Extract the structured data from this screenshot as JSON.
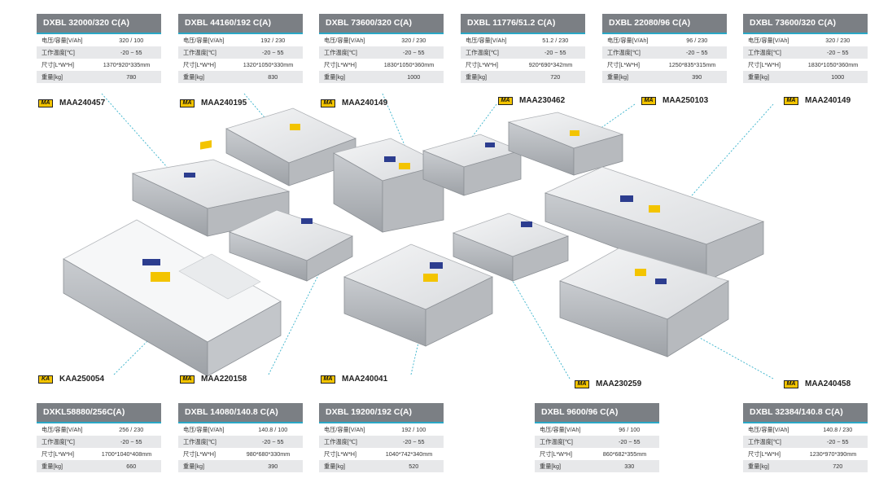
{
  "row_labels": [
    "电压/容量[V/Ah]",
    "工作温度[℃]",
    "尺寸[L*W*H]",
    "重量[kg]"
  ],
  "cards": [
    {
      "model": "DXBL 32000/320 C(A)",
      "voltage": "320 / 100",
      "temp": "-20 ~ 55",
      "size": "1370*920*335mm",
      "weight": "780"
    },
    {
      "model": "DXBL 44160/192 C(A)",
      "voltage": "192 / 230",
      "temp": "-20 ~ 55",
      "size": "1320*1050*330mm",
      "weight": "830"
    },
    {
      "model": "DXBL 73600/320 C(A)",
      "voltage": "320 / 230",
      "temp": "-20 ~ 55",
      "size": "1830*1050*360mm",
      "weight": "1000"
    },
    {
      "model": "DXBL 11776/51.2 C(A)",
      "voltage": "51.2 / 230",
      "temp": "-20 ~ 55",
      "size": "920*690*342mm",
      "weight": "720"
    },
    {
      "model": "DXBL 22080/96 C(A)",
      "voltage": "96 / 230",
      "temp": "-20 ~ 55",
      "size": "1250*835*315mm",
      "weight": "390"
    },
    {
      "model": "DXBL 73600/320 C(A)",
      "voltage": "320 / 230",
      "temp": "-20 ~ 55",
      "size": "1830*1050*360mm",
      "weight": "1000"
    },
    {
      "model": "DXKL58880/256C(A)",
      "voltage": "256 / 230",
      "temp": "-20 ~ 55",
      "size": "1700*1040*408mm",
      "weight": "660"
    },
    {
      "model": "DXBL 14080/140.8 C(A)",
      "voltage": "140.8 / 100",
      "temp": "-20 ~ 55",
      "size": "980*680*330mm",
      "weight": "390"
    },
    {
      "model": "DXBL 19200/192 C(A)",
      "voltage": "192 / 100",
      "temp": "-20 ~ 55",
      "size": "1040*742*340mm",
      "weight": "520"
    },
    {
      "model": "DXBL 9600/96 C(A)",
      "voltage": "96 / 100",
      "temp": "-20 ~ 55",
      "size": "860*682*355mm",
      "weight": "330"
    },
    {
      "model": "DXBL 32384/140.8 C(A)",
      "voltage": "140.8 / 230",
      "temp": "-20 ~ 55",
      "size": "1230*970*390mm",
      "weight": "720"
    }
  ],
  "certs": [
    {
      "code": "MAA240457",
      "logo": "MA"
    },
    {
      "code": "MAA240195",
      "logo": "MA"
    },
    {
      "code": "MAA240149",
      "logo": "MA"
    },
    {
      "code": "MAA230462",
      "logo": "MA"
    },
    {
      "code": "MAA250103",
      "logo": "MA"
    },
    {
      "code": "MAA240149",
      "logo": "MA"
    },
    {
      "code": "KAA250054",
      "logo": "KA"
    },
    {
      "code": "MAA220158",
      "logo": "MA"
    },
    {
      "code": "MAA240041",
      "logo": "MA"
    },
    {
      "code": "MAA230259",
      "logo": "MA"
    },
    {
      "code": "MAA240458",
      "logo": "MA"
    }
  ],
  "colors": {
    "header_bg": "#7b7f84",
    "accent": "#2aa8c6",
    "row_alt": "#e7e8ea",
    "cert_yellow": "#f3c400",
    "box_blue": "#2c3d8f"
  },
  "icons": [
    "ma-cert-icon",
    "ka-cert-icon",
    "battery-box-image"
  ]
}
